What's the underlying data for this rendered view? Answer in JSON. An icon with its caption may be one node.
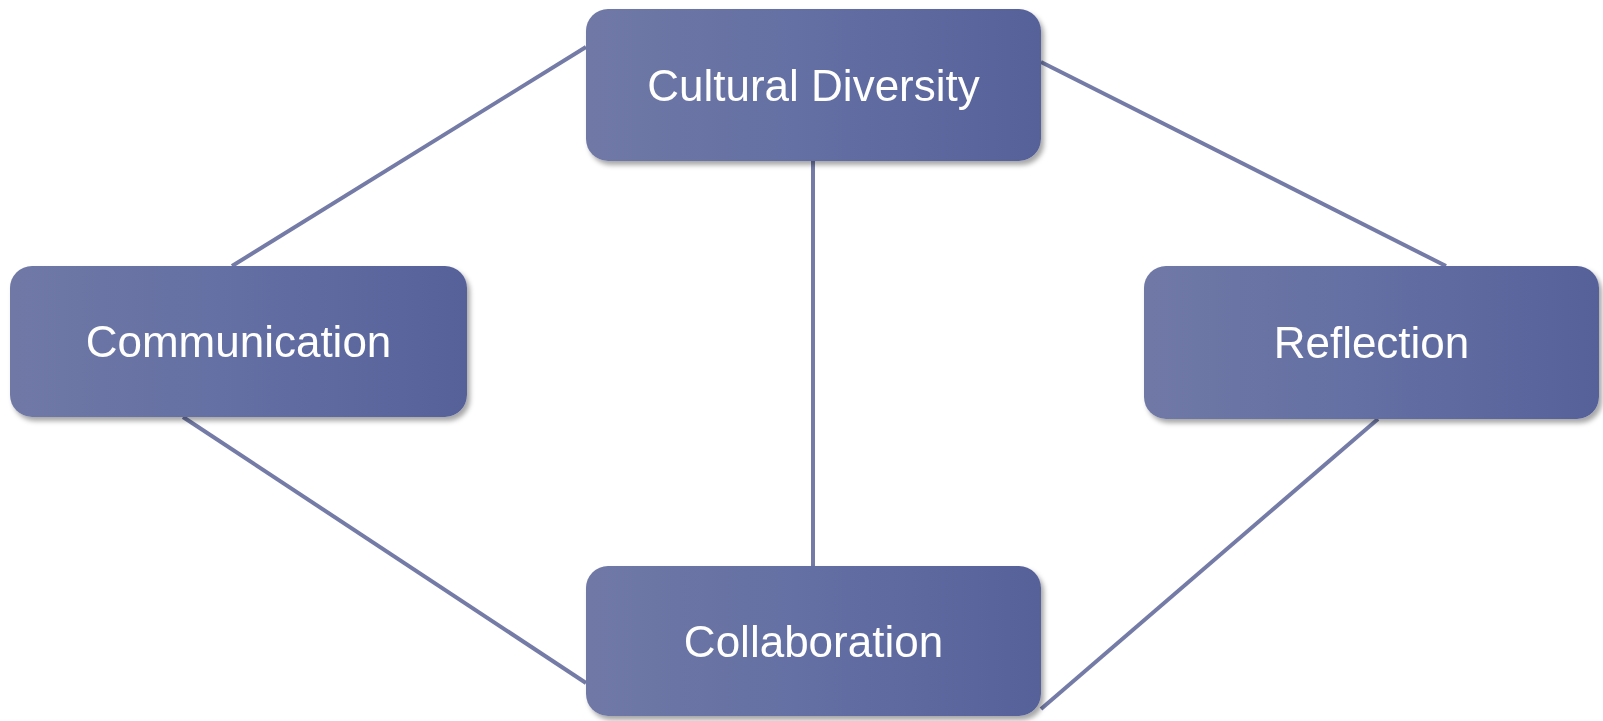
{
  "diagram": {
    "nodes": [
      {
        "text": [
          "Cultural Diversity"
        ]
      },
      {
        "text": [
          "Communication"
        ]
      },
      {
        "text": [
          "Reflection"
        ]
      },
      {
        "text": [
          "Collaboration"
        ]
      }
    ],
    "edges": [
      {
        "from": 1,
        "to": 0,
        "arrow": "none"
      },
      {
        "from": 0,
        "to": 2,
        "arrow": "none"
      },
      {
        "from": 0,
        "to": 3,
        "arrow": "none"
      },
      {
        "from": 1,
        "to": 3,
        "arrow": "none"
      },
      {
        "from": 2,
        "to": 3,
        "arrow": "none"
      }
    ]
  }
}
